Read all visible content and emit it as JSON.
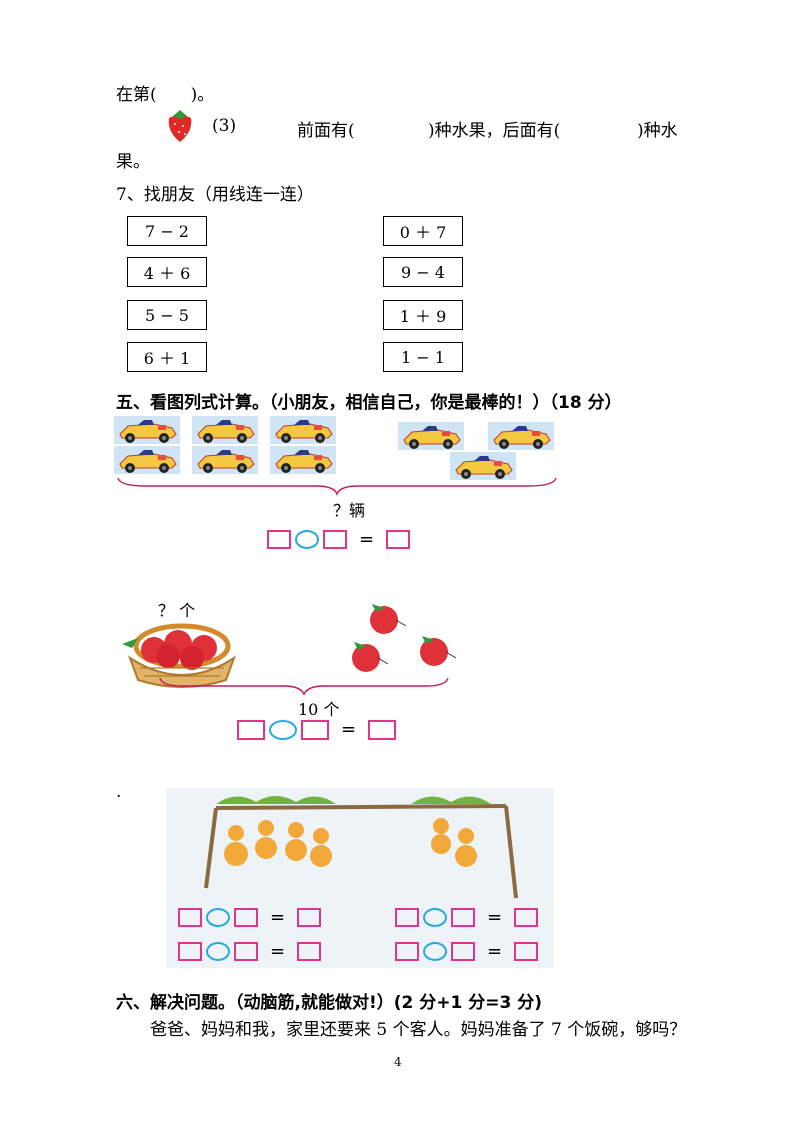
{
  "q6_line1": "在第(　　)。",
  "q6_3_num": "(3)",
  "q6_3_front": "前面有(",
  "q6_3_mid": ")种水果，后面有(",
  "q6_3_end": ")种水",
  "q6_3_wrap": "果。",
  "q7_title": "7、找朋友（用线连一连）",
  "left_boxes": [
    "7 − 2",
    "4 ＋ 6",
    "5 − 5",
    "6 ＋ 1"
  ],
  "right_boxes": [
    "0 ＋ 7",
    "9 − 4",
    "1 ＋ 9",
    "1 − 1"
  ],
  "sec5_title": "五、看图列式计算。（小朋友，相信自己，你是最棒的！）（18 分）",
  "cars_label": "？辆",
  "apples_top_label": "？ 个",
  "apples_bottom_label": "10 个",
  "eq_sign": "=",
  "dot": ".",
  "sec6_title": "六、解决问题。（动脑筋,就能做对!）(2 分+1 分=3 分)",
  "sec6_problem": "爸爸、妈妈和我，家里还要来 5 个客人。妈妈准备了 7 个饭碗，够吗？",
  "page_number": "4",
  "colors": {
    "square": "#e0358a",
    "oval": "#26a9e0",
    "car": "#f5c842",
    "apple": "#e0303a"
  }
}
